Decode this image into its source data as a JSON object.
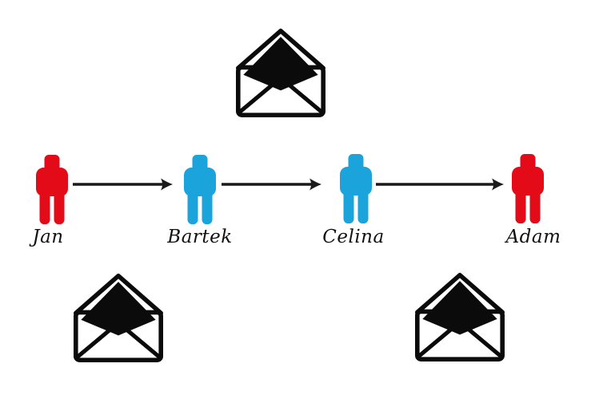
{
  "diagram": {
    "people": [
      {
        "name": "Jan",
        "color": "#e30b17",
        "icon": "person-icon"
      },
      {
        "name": "Bartek",
        "color": "#1ba3dc",
        "icon": "person-icon"
      },
      {
        "name": "Celina",
        "color": "#1ba3dc",
        "icon": "person-icon"
      },
      {
        "name": "Adam",
        "color": "#e30b17",
        "icon": "person-icon"
      }
    ],
    "arrows": [
      {
        "from": "Jan",
        "to": "Bartek"
      },
      {
        "from": "Bartek",
        "to": "Celina"
      },
      {
        "from": "Celina",
        "to": "Adam"
      }
    ],
    "envelopes": [
      {
        "icon": "open-envelope-icon",
        "position": "top-center"
      },
      {
        "icon": "open-envelope-icon",
        "position": "bottom-left"
      },
      {
        "icon": "open-envelope-icon",
        "position": "bottom-right"
      }
    ],
    "colors": {
      "person_red": "#e30b17",
      "person_blue": "#1ba3dc",
      "arrow": "#1a1a1a",
      "envelope": "#0b0b0b",
      "label": "#111111",
      "background": "#ffffff"
    }
  }
}
